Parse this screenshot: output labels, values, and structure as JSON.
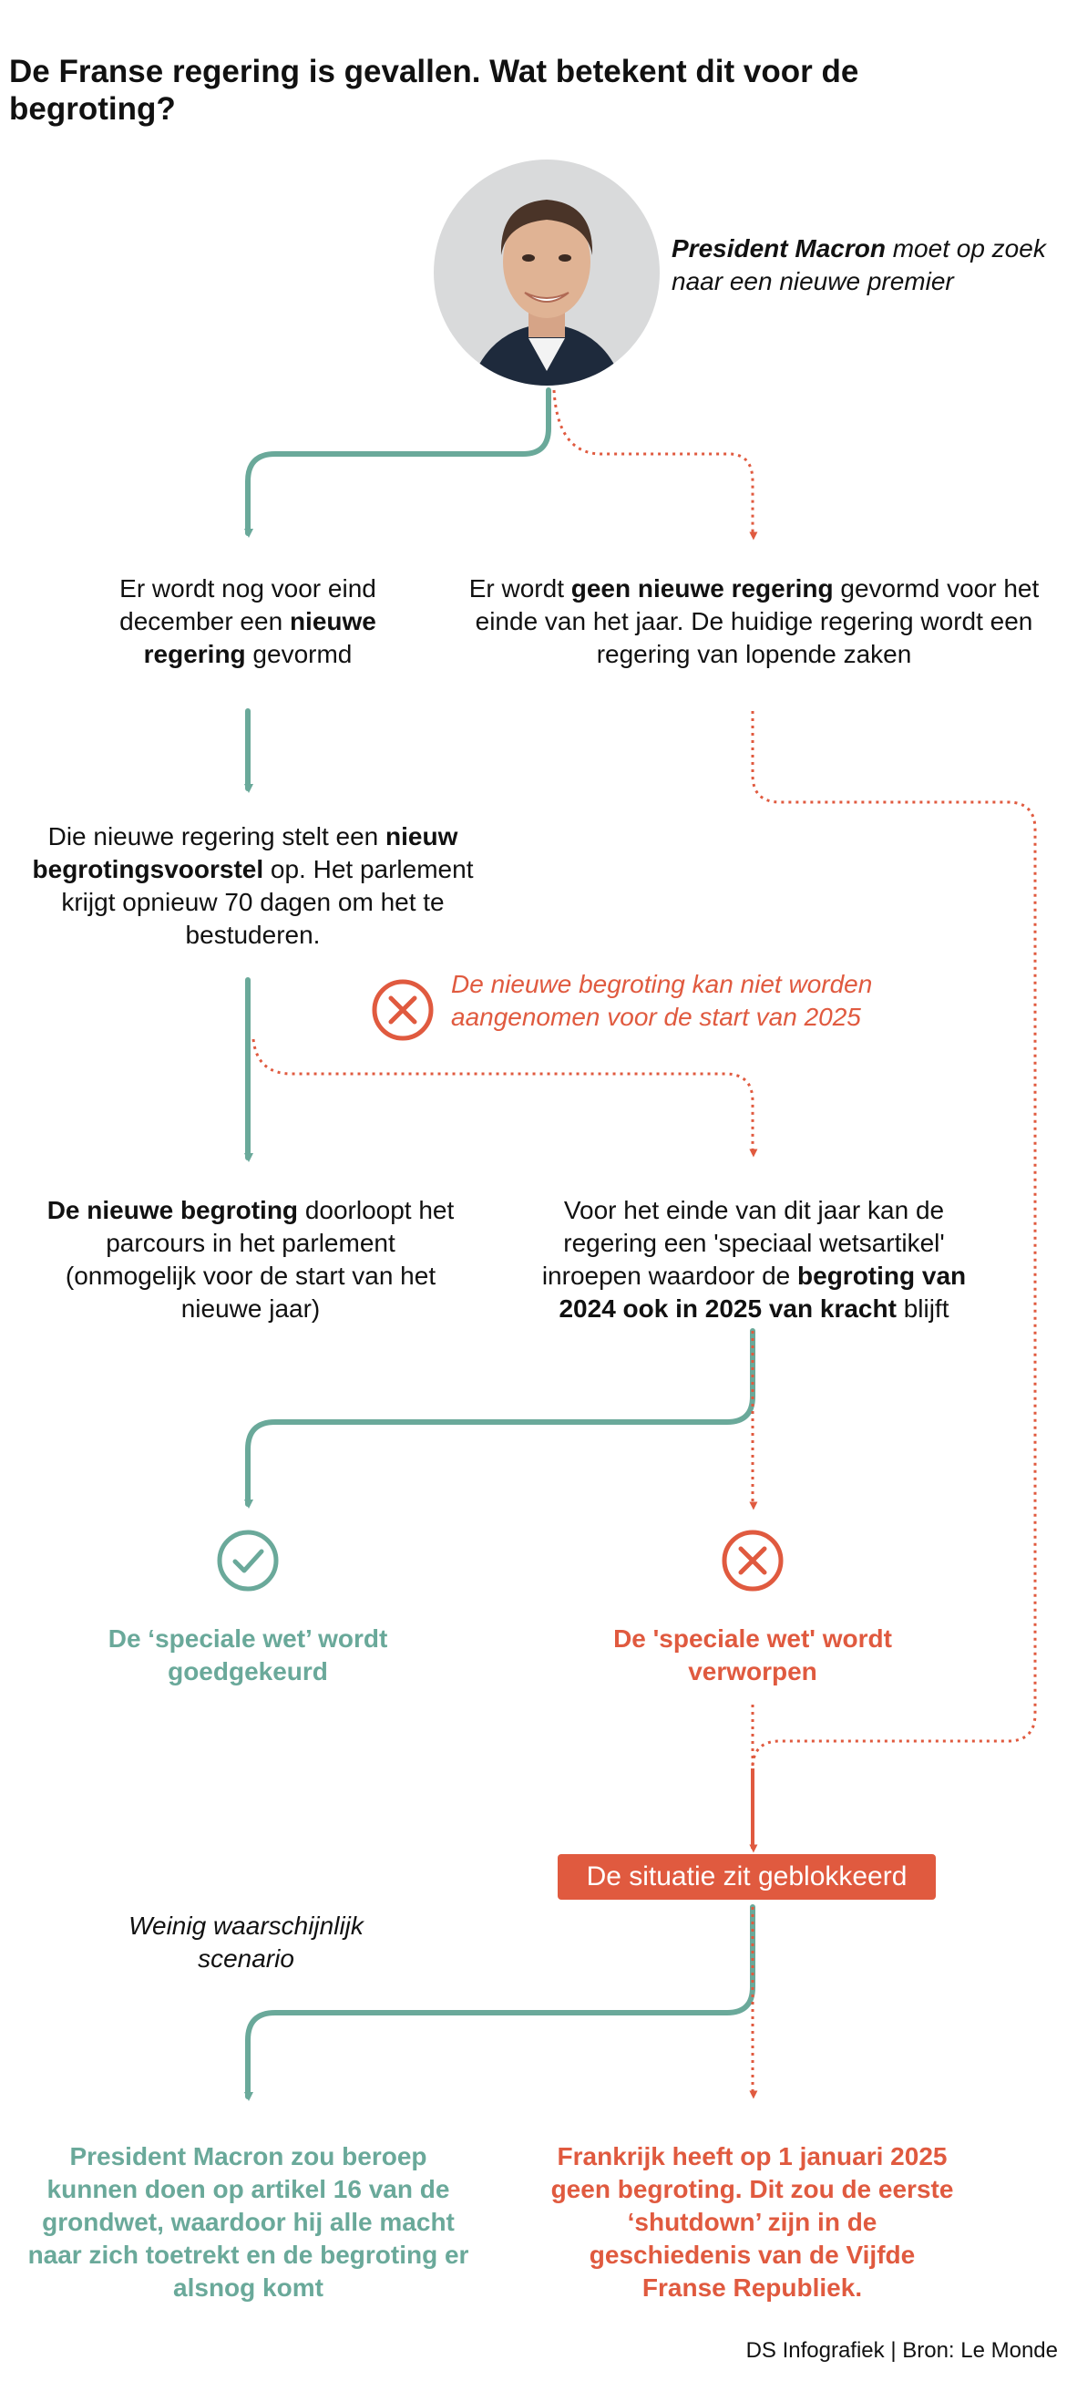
{
  "title": "De Franse regering is gevallen. Wat betekent dit voor de begroting?",
  "colors": {
    "teal": "#6aa99a",
    "red": "#e05a3f",
    "text": "#111111"
  },
  "portrait": {
    "caption_strong": "President Macron",
    "caption_rest": " moet op zoek naar een nieuwe premier"
  },
  "left1": {
    "p1": "Er wordt nog voor eind december een ",
    "strong": "nieuwe regering",
    "p2": " gevormd"
  },
  "right1": {
    "p1": "Er wordt ",
    "strong": "geen nieuwe regering",
    "p2": " gevormd voor het einde van het jaar. De huidige regering wordt een regering van lopende zaken"
  },
  "left2": {
    "p1": "Die nieuwe regering stelt een ",
    "strong": "nieuw begrotingsvoorstel",
    "p2": " op. Het parlement krijgt opnieuw 70 dagen om het te bestuderen."
  },
  "warning": {
    "icon": "x-circle-icon",
    "text": "De nieuwe begroting kan niet worden aangenomen voor de start van 2025"
  },
  "left3": {
    "strong": "De nieuwe begroting",
    "p2": " doorloopt het parcours in het parlement (onmogelijk voor de start van het nieuwe jaar)"
  },
  "right3": {
    "p1": "Voor het einde van dit jaar kan de regering een 'speciaal wetsartikel' inroepen waardoor de ",
    "strong": "begroting van 2024 ook in 2025 van kracht",
    "p2": " blijft"
  },
  "approved": {
    "icon": "check-circle-icon",
    "text": "De ‘speciale wet’ wordt goedgekeurd"
  },
  "rejected": {
    "icon": "x-circle-icon",
    "text": "De 'speciale wet' wordt verworpen"
  },
  "blocked": "De situatie zit geblokkeerd",
  "unlikely": "Weinig waarschijnlijk scenario",
  "left_final": "President Macron zou beroep kunnen doen op artikel 16 van de grondwet, waardoor hij alle macht naar zich toetrekt en de begroting er alsnog komt",
  "right_final": "Frankrijk heeft op 1 januari 2025 geen begroting. Dit zou de eerste ‘shutdown’ zijn in de geschiedenis van de Vijfde Franse Republiek.",
  "source": "DS Infografiek | Bron: Le Monde"
}
